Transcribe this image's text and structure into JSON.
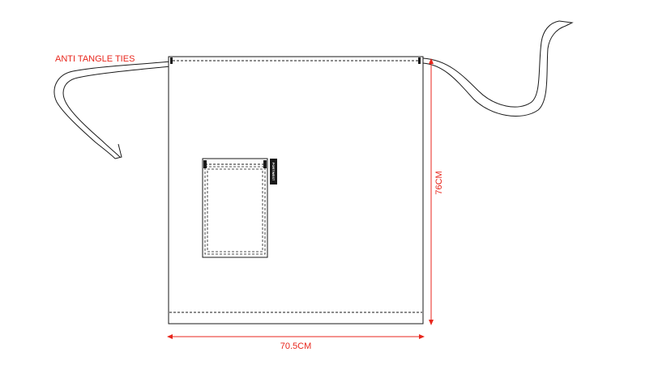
{
  "labels": {
    "ties": "ANTI TANGLE TIES",
    "width": "70.5CM",
    "height": "76CM",
    "brand": "PORTWEST"
  },
  "colors": {
    "accent": "#e8261c",
    "line": "#1a1a1a"
  },
  "icons": {
    "ties": "apron-tie-ribbon",
    "pocket": "apron-pocket"
  }
}
